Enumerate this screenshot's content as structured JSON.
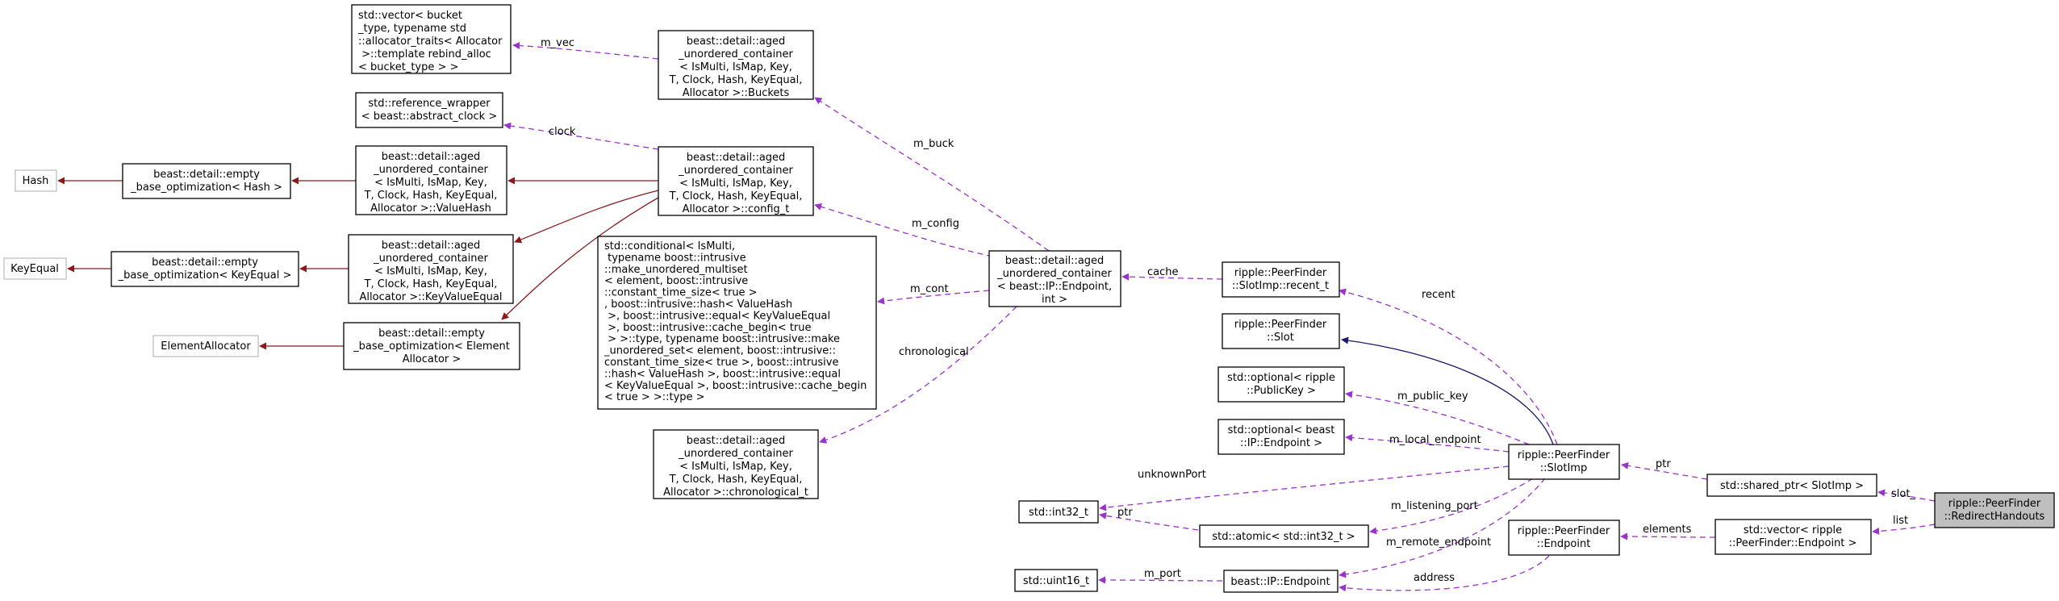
{
  "colors": {
    "inheritance": "#8b1a1a",
    "public_inheritance": "#191970",
    "usage": "#9a32cd",
    "external_border": "#bfbfbf",
    "focus_fill": "#bfbfbf"
  },
  "nodes": {
    "redirect": [
      "ripple::PeerFinder",
      "::RedirectHandouts"
    ],
    "shared_ptr": [
      "std::shared_ptr< SlotImp >"
    ],
    "vec_endpoint": [
      "std::vector< ripple",
      "::PeerFinder::Endpoint >"
    ],
    "slotimp": [
      "ripple::PeerFinder",
      "::SlotImp"
    ],
    "pf_endpoint": [
      "ripple::PeerFinder",
      "::Endpoint"
    ],
    "slot": [
      "ripple::PeerFinder",
      "::Slot"
    ],
    "opt_pubkey": [
      "std::optional< ripple",
      "::PublicKey >"
    ],
    "opt_endpoint": [
      "std::optional< beast",
      "::IP::Endpoint >"
    ],
    "recent_t": [
      "ripple::PeerFinder",
      "::SlotImp::recent_t"
    ],
    "atomic": [
      "std::atomic< std::int32_t >"
    ],
    "ip_endpoint": [
      "beast::IP::Endpoint"
    ],
    "int32": [
      "std::int32_t"
    ],
    "uint16": [
      "std::uint16_t"
    ],
    "auc_ip": [
      "beast::detail::aged",
      "_unordered_container",
      "< beast::IP::Endpoint,",
      "int >"
    ],
    "buckets": [
      "beast::detail::aged",
      "_unordered_container",
      "< IsMulti, IsMap, Key,",
      "T, Clock, Hash, KeyEqual,",
      "Allocator >::Buckets"
    ],
    "config_t": [
      "beast::detail::aged",
      "_unordered_container",
      "< IsMulti, IsMap, Key,",
      "T, Clock, Hash, KeyEqual,",
      "Allocator >::config_t"
    ],
    "conditional": [
      "std::conditional< IsMulti,",
      " typename boost::intrusive",
      "::make_unordered_multiset",
      "< element, boost::intrusive",
      "::constant_time_size< true >",
      ", boost::intrusive::hash< ValueHash",
      " >, boost::intrusive::equal< KeyValueEqual",
      " >, boost::intrusive::cache_begin< true",
      " > >::type, typename boost::intrusive::make",
      "_unordered_set< element, boost::intrusive::",
      "constant_time_size< true >, boost::intrusive",
      "::hash< ValueHash >, boost::intrusive::equal",
      "< KeyValueEqual >, boost::intrusive::cache_begin",
      "< true > >::type >"
    ],
    "chronological": [
      "beast::detail::aged",
      "_unordered_container",
      "< IsMulti, IsMap, Key,",
      "T, Clock, Hash, KeyEqual,",
      "Allocator >::chronological_t"
    ],
    "vec_bucket": [
      "std::vector< bucket",
      "_type, typename std",
      "::allocator_traits< Allocator",
      " >::template rebind_alloc",
      "< bucket_type > >"
    ],
    "ref_wrapper": [
      "std::reference_wrapper",
      "< beast::abstract_clock >"
    ],
    "value_hash": [
      "beast::detail::aged",
      "_unordered_container",
      "< IsMulti, IsMap, Key,",
      "T, Clock, Hash, KeyEqual,",
      "Allocator >::ValueHash"
    ],
    "key_value_equal": [
      "beast::detail::aged",
      "_unordered_container",
      "< IsMulti, IsMap, Key,",
      "T, Clock, Hash, KeyEqual,",
      "Allocator >::KeyValueEqual"
    ],
    "ebo_hash": [
      "beast::detail::empty",
      "_base_optimization< Hash >"
    ],
    "ebo_keyequal": [
      "beast::detail::empty",
      "_base_optimization< KeyEqual >"
    ],
    "ebo_alloc": [
      "beast::detail::empty",
      "_base_optimization< Element",
      "Allocator >"
    ],
    "hash": [
      "Hash"
    ],
    "keyequal": [
      "KeyEqual"
    ],
    "elem_alloc": [
      "ElementAllocator"
    ]
  },
  "edges": {
    "slot_": "slot_",
    "list": "list",
    "ptr_shared": "ptr",
    "elements": "elements",
    "recent": "recent",
    "m_public_key": "m_public_key",
    "m_local_endpoint": "m_local_endpoint",
    "unknownPort": "unknownPort",
    "m_listening_port": "m_listening_port",
    "m_remote_endpoint": "m_remote_endpoint",
    "address": "address",
    "ptr_atomic": "ptr",
    "m_port": "m_port",
    "cache": "cache",
    "m_buck": "m_buck",
    "m_config": "m_config",
    "m_cont": "m_cont",
    "chronological": "chronological",
    "m_vec": "m_vec",
    "clock": "clock"
  }
}
